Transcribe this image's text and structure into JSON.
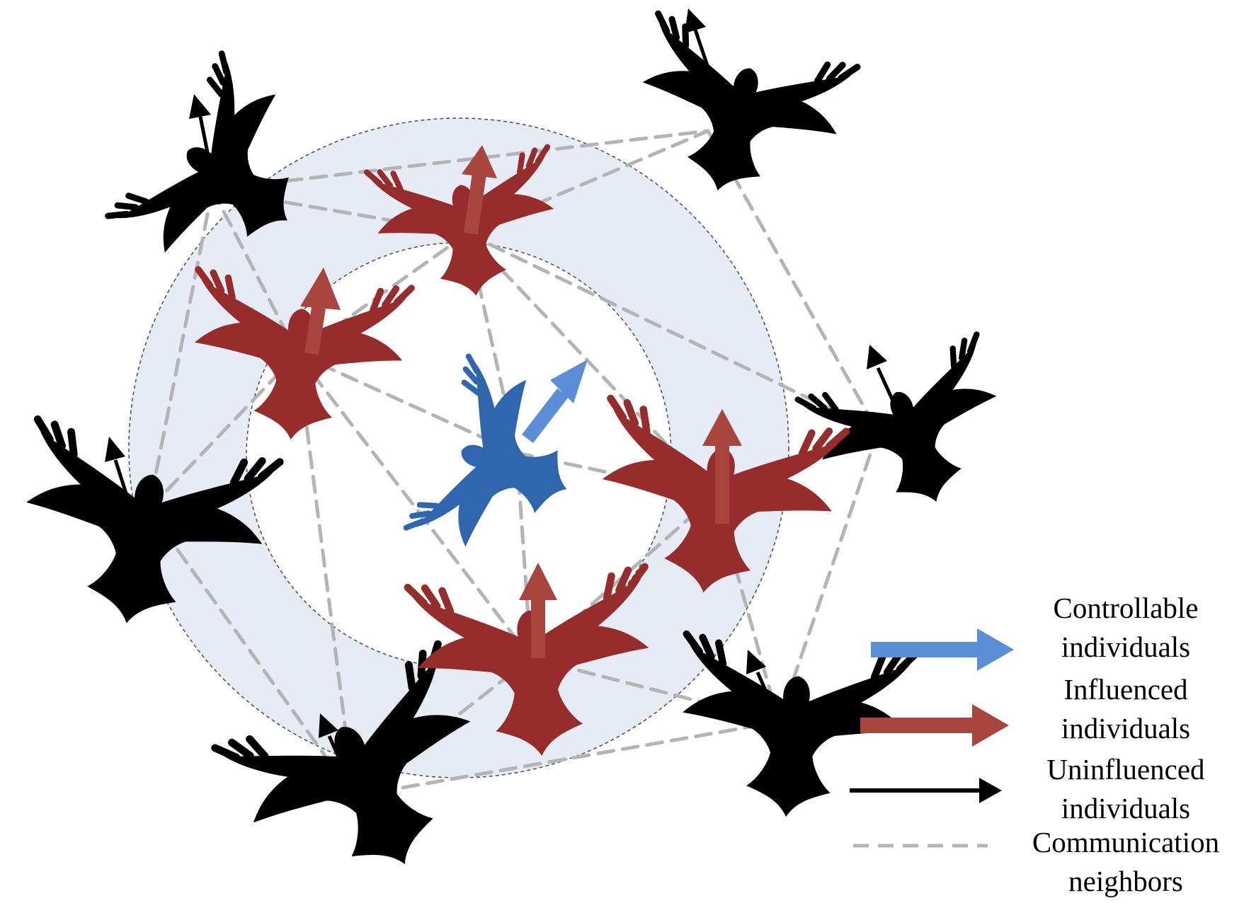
{
  "colors": {
    "background": "#ffffff",
    "outer_region": "#e6ebf5",
    "inner_region": "#ffffff",
    "boundary": "#555555",
    "link": "#b4b4b4",
    "controllable": "#2f66ad",
    "controllable_arrow": "#5b8ed6",
    "influenced": "#962c2c",
    "influenced_arrow": "#a8453f",
    "uninfluenced": "#000000"
  },
  "icons": {
    "controllable": "bird-silhouette-icon",
    "influenced": "bird-silhouette-icon",
    "uninfluenced": "bird-silhouette-icon",
    "heading": "arrow-icon"
  },
  "legend": {
    "controllable": {
      "line1": "Controllable",
      "line2": "individuals"
    },
    "influenced": {
      "line1": "Influenced",
      "line2": "individuals"
    },
    "uninfluenced": {
      "line1": "Uninfluenced",
      "line2": "individuals"
    },
    "communication": {
      "line1": "Communication",
      "line2": "neighbors"
    }
  }
}
